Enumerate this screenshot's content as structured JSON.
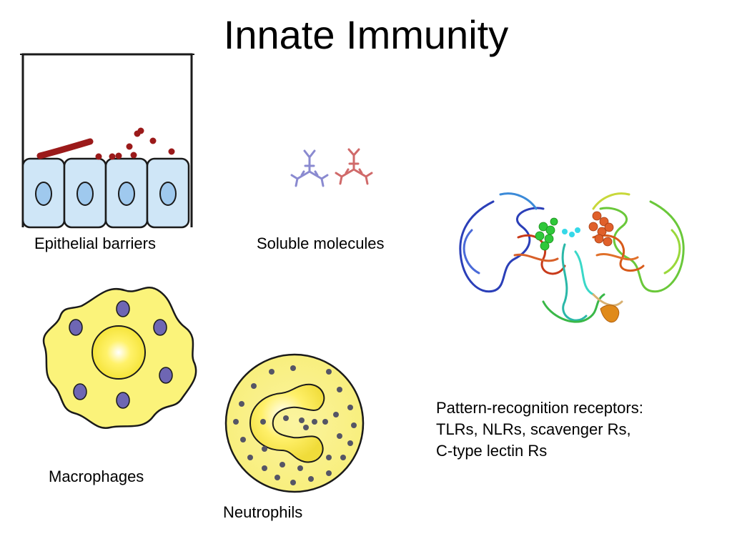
{
  "slide": {
    "title": "Innate Immunity"
  },
  "labels": {
    "epithelial": "Epithelial barriers",
    "soluble": "Soluble molecules",
    "macrophages": "Macrophages",
    "neutrophils": "Neutrophils",
    "prr_line1": "Pattern-recognition receptors:",
    "prr_line2": "TLRs, NLRs, scavenger Rs,",
    "prr_line3": "C-type lectin Rs"
  },
  "colors": {
    "cell_fill": "#cfe6f7",
    "cell_stroke": "#1a1a1a",
    "nucleus_fill": "#9fc9ee",
    "bacteria": "#9b1a1a",
    "antibody_purple": "#8a8ad0",
    "antibody_red": "#d06a6a",
    "yellow_cell": "#fbf37a",
    "macrophage_nucleus": "#6e66b3",
    "neutrophil_granule": "#555566"
  }
}
